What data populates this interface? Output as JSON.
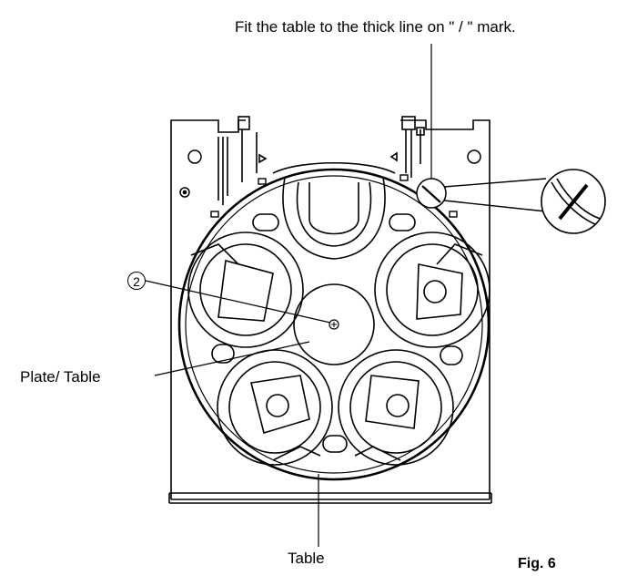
{
  "labels": {
    "top_note": "Fit the table to the thick line on \" / \" mark.",
    "plate_table": "Plate/ Table",
    "table": "Table",
    "figure": "Fig. 6",
    "callout_number": "2"
  }
}
